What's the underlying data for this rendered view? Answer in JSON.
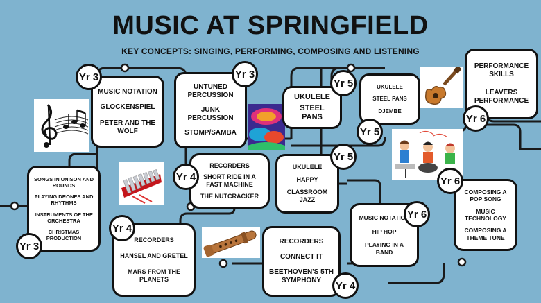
{
  "header": {
    "title": "MUSIC AT SPRINGFIELD",
    "subtitle": "KEY CONCEPTS: SINGING, PERFORMING, COMPOSING AND LISTENING"
  },
  "colors": {
    "background": "#7fb3cf",
    "line": "#1a1a1a",
    "box": "#ffffff"
  },
  "boxes": {
    "y3_notation": [
      "MUSIC NOTATION",
      "GLOCKENSPIEL",
      "PETER AND THE WOLF"
    ],
    "y3_untuned": [
      "UNTUNED PERCUSSION",
      "JUNK PERCUSSION",
      "STOMP/SAMBA"
    ],
    "y3_songs": [
      "SONGS IN UNISON AND ROUNDS",
      "PLAYING DRONES AND RHYTHMS",
      "INSTRUMENTS OF THE ORCHESTRA",
      "CHRISTMAS PRODUCTION"
    ],
    "y4_recorders_a": [
      "RECORDERS",
      "SHORT RIDE IN A FAST MACHINE",
      "THE NUTCRACKER"
    ],
    "y4_recorders_b": [
      "RECORDERS",
      "HANSEL AND GRETEL",
      "MARS FROM THE PLANETS"
    ],
    "y4_recorders_c": [
      "RECORDERS",
      "CONNECT IT",
      "BEETHOVEN'S 5TH SYMPHONY"
    ],
    "y5_ukulele_a": [
      "UKULELE",
      "STEEL PANS"
    ],
    "y5_ukulele_b": [
      "UKULELE",
      "STEEL PANS",
      "DJEMBE"
    ],
    "y5_ukulele_c": [
      "UKULELE",
      "HAPPY",
      "CLASSROOM JAZZ"
    ],
    "y6_performance": [
      "PERFORMANCE SKILLS",
      "LEAVERS PERFORMANCE"
    ],
    "y6_notation": [
      "MUSIC NOTATION",
      "HIP HOP",
      "PLAYING IN A BAND"
    ],
    "y6_composing": [
      "COMPOSING A POP SONG",
      "MUSIC TECHNOLOGY",
      "COMPOSING A THEME TUNE"
    ]
  },
  "badges": {
    "yr3": "Yr 3",
    "yr4": "Yr 4",
    "yr5": "Yr 5",
    "yr6": "Yr 6"
  },
  "pictures": [
    "treble-clef-notes",
    "glockenspiel",
    "steel-pan-painting",
    "ukulele",
    "children-band",
    "recorder"
  ]
}
